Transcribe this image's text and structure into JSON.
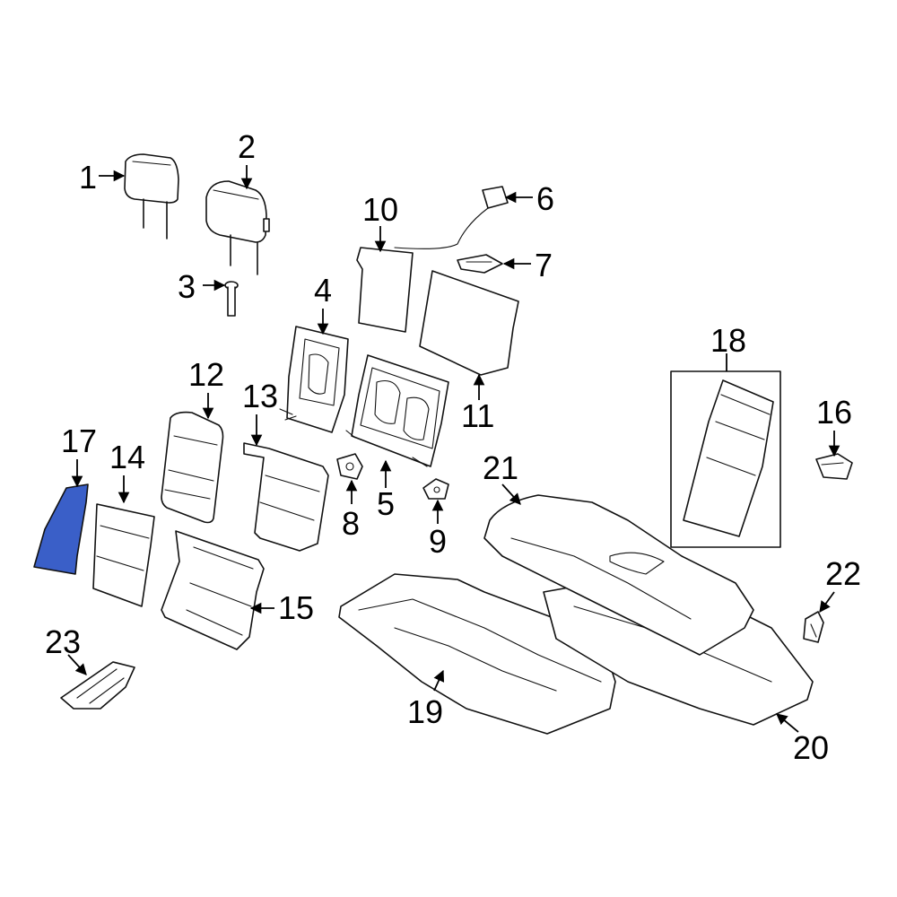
{
  "diagram": {
    "highlight_color": "#3a5fc8",
    "highlighted_part": "17",
    "callouts": {
      "c1": "1",
      "c2": "2",
      "c3": "3",
      "c4": "4",
      "c5": "5",
      "c6": "6",
      "c7": "7",
      "c8": "8",
      "c9": "9",
      "c10": "10",
      "c11": "11",
      "c12": "12",
      "c13": "13",
      "c14": "14",
      "c15": "15",
      "c16": "16",
      "c17": "17",
      "c18": "18",
      "c19": "19",
      "c20": "20",
      "c21": "21",
      "c22": "22",
      "c23": "23"
    }
  }
}
